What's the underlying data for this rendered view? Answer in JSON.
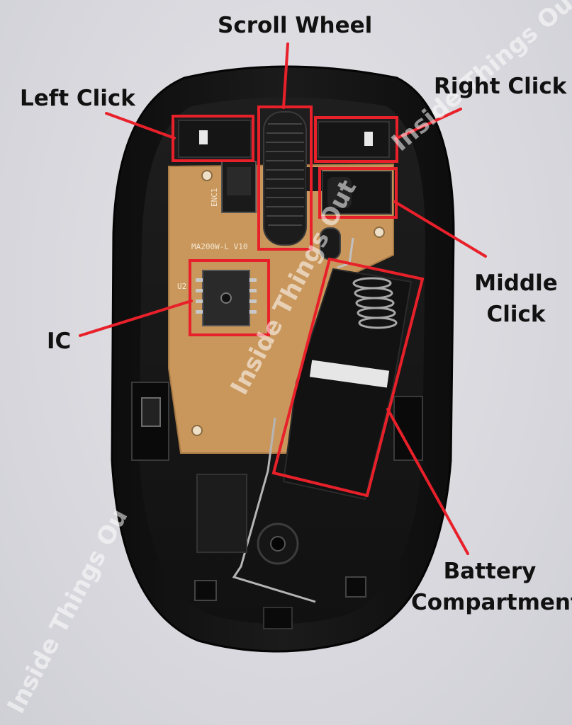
{
  "labels": {
    "scroll_wheel": "Scroll Wheel",
    "left_click": "Left Click",
    "right_click": "Right Click",
    "middle_click_line1": "Middle",
    "middle_click_line2": "Click",
    "ic": "IC",
    "battery_line1": "Battery",
    "battery_line2": "Compartment"
  },
  "watermark": {
    "text_center": "Inside Things Out",
    "text_left": "Inside Things Ou",
    "text_top_right": "Inside Things Ou"
  },
  "pcb": {
    "model": "MA200W-L V10",
    "enc": "ENC1",
    "u2": "U2"
  },
  "colors": {
    "highlight": "#e8202a",
    "shell": "#151515",
    "pcb": "#c9975c",
    "label_text": "#111111"
  }
}
